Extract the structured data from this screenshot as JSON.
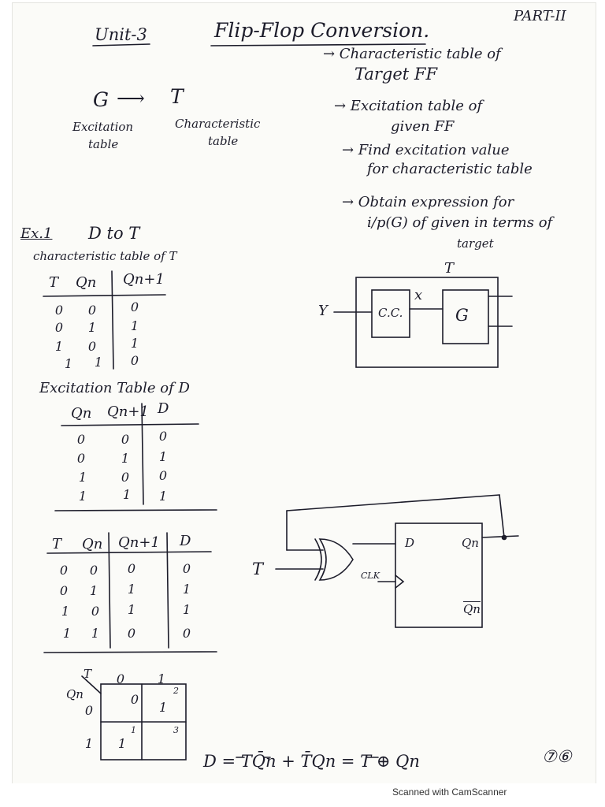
{
  "header": {
    "unit": "Unit-3",
    "title": "Flip-Flop Conversion.",
    "part": "PART-II"
  },
  "conversion": {
    "from": "G",
    "arrow": "⟶",
    "to": "T",
    "from_caption_1": "Excitation",
    "from_caption_2": "table",
    "to_caption_1": "Characteristic",
    "to_caption_2": "table"
  },
  "steps": [
    "→ Characteristic table of",
    "Target FF",
    "→ Excitation table of",
    "given FF",
    "→ Find excitation value",
    "for characteristic table",
    "→ Obtain expression for",
    "i/p(G) of given in terms of",
    "target"
  ],
  "example": {
    "label": "Ex.1",
    "title": "D to T",
    "char_table_title": "characteristic table of T"
  },
  "block_diagram": {
    "top_label": "T",
    "input_label": "Y",
    "cc_label": "C.C.",
    "x_label": "x",
    "g_label": "G"
  },
  "char_table": {
    "headers": [
      "T",
      "Qn",
      "Qn+1"
    ],
    "rows": [
      [
        "0",
        "0",
        "0"
      ],
      [
        "0",
        "1",
        "1"
      ],
      [
        "1",
        "0",
        "1"
      ],
      [
        "1",
        "1",
        "0"
      ]
    ]
  },
  "excitation_table": {
    "title": "Excitation Table of D",
    "headers": [
      "Qn",
      "Qn+1",
      "D"
    ],
    "rows": [
      [
        "0",
        "0",
        "0"
      ],
      [
        "0",
        "1",
        "1"
      ],
      [
        "1",
        "0",
        "0"
      ],
      [
        "1",
        "1",
        "1"
      ]
    ]
  },
  "combined_table": {
    "headers": [
      "T",
      "Qn",
      "Qn+1",
      "D"
    ],
    "rows": [
      [
        "0",
        "0",
        "0",
        "0"
      ],
      [
        "0",
        "1",
        "1",
        "1"
      ],
      [
        "1",
        "0",
        "1",
        "1"
      ],
      [
        "1",
        "1",
        "0",
        "0"
      ]
    ]
  },
  "kmap": {
    "col_var": "T",
    "row_var": "Qn",
    "col_header_0": "0",
    "col_header_1": "1",
    "row_header_0": "0",
    "row_header_1": "1",
    "cells": [
      "0",
      "1",
      "1",
      ""
    ],
    "index_top_right": "2",
    "index_bottom_right": "3",
    "index_bottom_left": "1"
  },
  "circuit": {
    "input_label": "T",
    "d_label": "D",
    "q_label": "Qn",
    "qbar_label": "Qn",
    "clk_label": "CLK"
  },
  "equation": "D = TQ̄n + T̄Qn = T ⊕ Qn",
  "page_number": "⑦⑥",
  "footer": "Scanned with CamScanner"
}
